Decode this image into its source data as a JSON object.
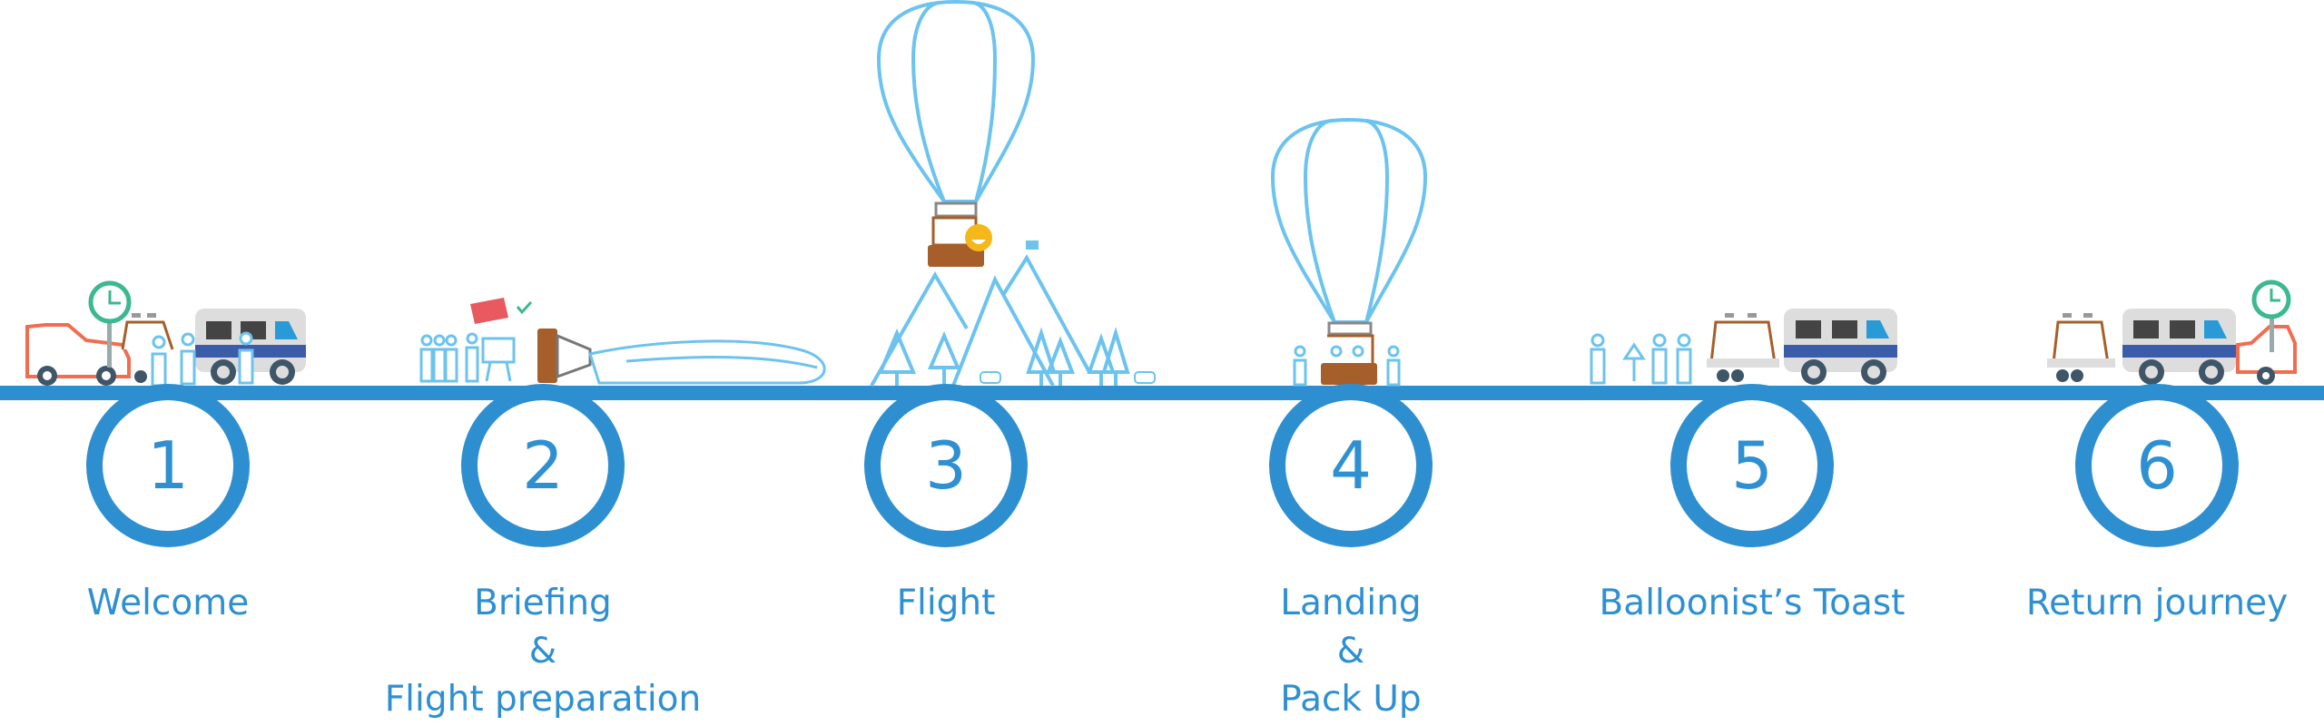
{
  "colors": {
    "line": "#2e8fd0",
    "text": "#2e90d1",
    "balloon": "#6cc3ee",
    "basket": "#a65f2a",
    "van_blue": "#3b5ca8"
  },
  "steps": [
    {
      "number": "1",
      "lines": [
        "Welcome"
      ]
    },
    {
      "number": "2",
      "lines": [
        "Briefing",
        "&",
        "Flight preparation"
      ]
    },
    {
      "number": "3",
      "lines": [
        "Flight"
      ]
    },
    {
      "number": "4",
      "lines": [
        "Landing",
        "&",
        "Pack Up"
      ]
    },
    {
      "number": "5",
      "lines": [
        "Balloonist’s Toast"
      ]
    },
    {
      "number": "6",
      "lines": [
        "Return journey"
      ]
    }
  ]
}
